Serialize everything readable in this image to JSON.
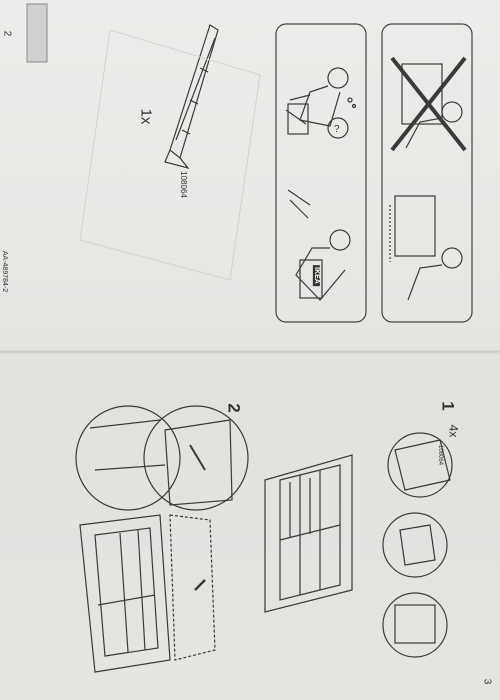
{
  "page_numbers": {
    "left": "2",
    "right": "3"
  },
  "part": {
    "quantity": "1x",
    "number": "108064"
  },
  "document_id": "AA-489784-2",
  "steps": {
    "step1_number": "1",
    "step1_quantity": "4x",
    "step1_part": "108064",
    "step2_number": "2"
  },
  "brand": {
    "logo": "IKEA"
  },
  "colors": {
    "paper": "#e8e8e5",
    "ink": "#3a3a3a"
  }
}
